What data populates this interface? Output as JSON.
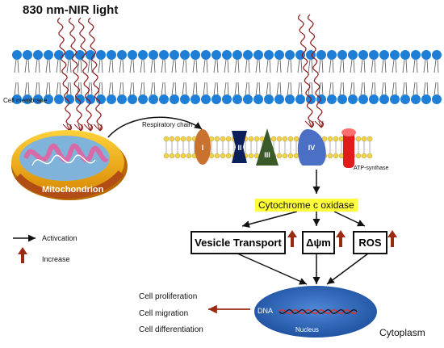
{
  "title": "830 nm-NIR light",
  "labels": {
    "cell_membrane": "Cell membrane",
    "respiratory_chain": "Respiratory chain",
    "atp_synthase": "ATP-synthase",
    "mitochondrion": "Mitochondrion",
    "cytochrome": "Cytochrome c oxidase",
    "dna": "DNA",
    "nucleus": "Nucleus",
    "cytoplasm": "Cytoplasm"
  },
  "complexes": [
    "I",
    "II",
    "III",
    "IV"
  ],
  "effects_boxes": {
    "vesicle": "Vesicle Transport",
    "membrane_potential": "Δψm",
    "ros": "ROS"
  },
  "legend": {
    "activation": "Activcation",
    "increase": "Increase"
  },
  "outcomes": [
    "Cell proliferation",
    "Cell migration",
    "Cell differentiation"
  ],
  "colors": {
    "lipid_head": "#1f7fd6",
    "small_lipid_head": "#f2d24a",
    "light_wave": "#8b1a1a",
    "complex_I": "#c9712f",
    "complex_II": "#0b1f5a",
    "complex_III": "#3b5a2a",
    "complex_IV": "#4a6fc4",
    "atp_synthase": "#e21b1b",
    "nucleus": "#2f68b8",
    "highlight": "#ffff3a",
    "increase_arrow": "#9b2a12"
  }
}
